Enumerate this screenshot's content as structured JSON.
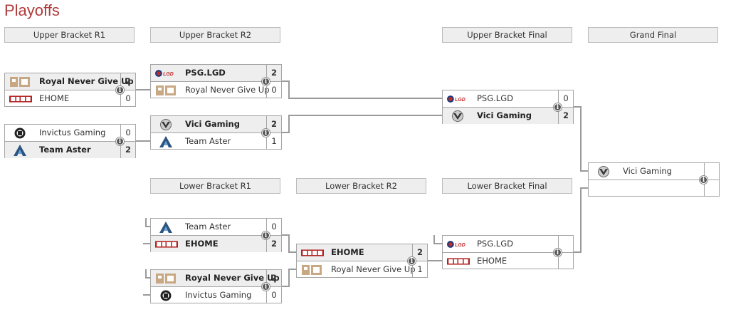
{
  "page": {
    "title": "Playoffs"
  },
  "headers": {
    "ub_r1": "Upper Bracket R1",
    "ub_r2": "Upper Bracket R2",
    "ub_final": "Upper Bracket Final",
    "grand_final": "Grand Final",
    "lb_r1": "Lower Bracket R1",
    "lb_r2": "Lower Bracket R2",
    "lb_final": "Lower Bracket Final"
  },
  "info_glyph": "i",
  "matches": {
    "ub_r1_m1": {
      "top": {
        "team": "Royal Never Give Up",
        "score": "2",
        "logo": "rng-logo"
      },
      "bot": {
        "team": "EHOME",
        "score": "0",
        "logo": "ehome-logo"
      }
    },
    "ub_r1_m2": {
      "top": {
        "team": "Invictus Gaming",
        "score": "0",
        "logo": "ig-logo"
      },
      "bot": {
        "team": "Team Aster",
        "score": "2",
        "logo": "aster-logo"
      }
    },
    "ub_r2_m1": {
      "top": {
        "team": "PSG.LGD",
        "score": "2",
        "logo": "psg-lgd-logo"
      },
      "bot": {
        "team": "Royal Never Give Up",
        "score": "0",
        "logo": "rng-logo"
      }
    },
    "ub_r2_m2": {
      "top": {
        "team": "Vici Gaming",
        "score": "2",
        "logo": "vici-logo"
      },
      "bot": {
        "team": "Team Aster",
        "score": "1",
        "logo": "aster-logo"
      }
    },
    "ub_final": {
      "top": {
        "team": "PSG.LGD",
        "score": "0",
        "logo": "psg-lgd-logo"
      },
      "bot": {
        "team": "Vici Gaming",
        "score": "2",
        "logo": "vici-logo"
      }
    },
    "grand_final": {
      "top": {
        "team": "Vici Gaming",
        "score": "",
        "logo": "vici-logo"
      },
      "bot": {
        "team": "",
        "score": "",
        "logo": ""
      }
    },
    "lb_r1_m1": {
      "top": {
        "team": "Team Aster",
        "score": "0",
        "logo": "aster-logo"
      },
      "bot": {
        "team": "EHOME",
        "score": "2",
        "logo": "ehome-logo"
      }
    },
    "lb_r1_m2": {
      "top": {
        "team": "Royal Never Give Up",
        "score": "2",
        "logo": "rng-logo"
      },
      "bot": {
        "team": "Invictus Gaming",
        "score": "0",
        "logo": "ig-logo"
      }
    },
    "lb_r2": {
      "top": {
        "team": "EHOME",
        "score": "2",
        "logo": "ehome-logo"
      },
      "bot": {
        "team": "Royal Never Give Up",
        "score": "1",
        "logo": "rng-logo"
      }
    },
    "lb_final": {
      "top": {
        "team": "PSG.LGD",
        "score": "",
        "logo": "psg-lgd-logo"
      },
      "bot": {
        "team": "EHOME",
        "score": "",
        "logo": "ehome-logo"
      }
    }
  }
}
